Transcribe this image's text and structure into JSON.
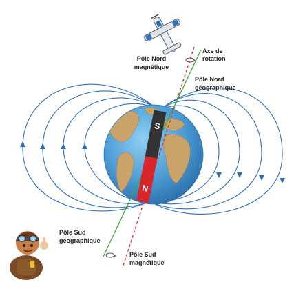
{
  "labels": {
    "north_magnetic_line1": "Pôle Nord",
    "north_magnetic_line2": "magnétique",
    "rotation_axis_line1": "Axe de",
    "rotation_axis_line2": "rotation",
    "north_geographic_line1": "Pôle Nord",
    "north_geographic_line2": "géographique",
    "south_geographic_line1": "Pôle Sud",
    "south_geographic_line2": "géographique",
    "south_magnetic_line1": "Pôle Sud",
    "south_magnetic_line2": "magnétique"
  },
  "magnet": {
    "top_letter": "S",
    "bottom_letter": "N"
  },
  "colors": {
    "field_lines": "#2f6fb3",
    "ocean": "#4a9ad4",
    "land": "#c9a36a",
    "rotation_axis": "#d33333",
    "geographic_axis": "#3aa63a",
    "magnet_dark": "#333333",
    "magnet_red": "#d8262a"
  },
  "icons": {
    "airplane": "airplane-icon",
    "mascot": "aviator-mascot-icon"
  }
}
